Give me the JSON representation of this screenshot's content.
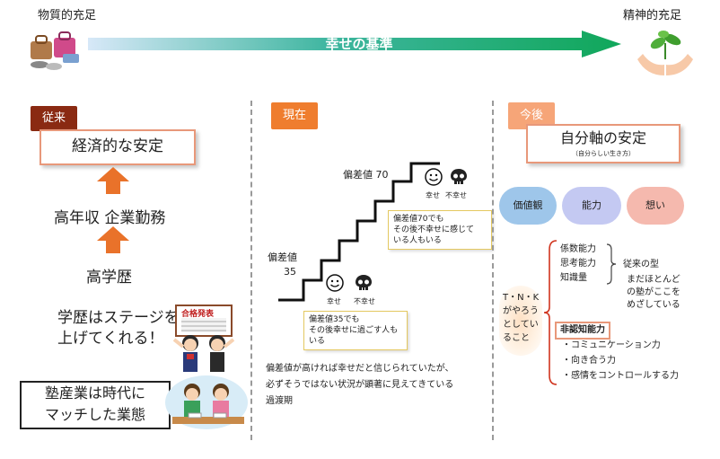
{
  "top": {
    "left_label": "物質的充足",
    "right_label": "精神的充足",
    "arrow_label": "幸せの基準"
  },
  "col1": {
    "header": "従来",
    "stable": "経済的な安定",
    "income": "高年収 企業勤務",
    "education": "高学歴",
    "stage": [
      "学歴はステージを",
      "上げてくれる！"
    ],
    "sign": "合格発表",
    "juku": [
      "塾産業は時代に",
      "マッチした業態"
    ]
  },
  "col2": {
    "header": "現在",
    "hensachi_70": "偏差値 70",
    "hensachi_35": [
      "偏差値",
      "35"
    ],
    "happy": "幸せ",
    "unhappy": "不幸せ",
    "note_top": [
      "偏差値70でも",
      "その後不幸せに感じて",
      "いる人もいる"
    ],
    "note_bottom": [
      "偏差値35でも",
      "その後幸せに過ごす人も",
      "いる"
    ],
    "para": [
      "偏差値が高ければ幸せだと信じられていたが、",
      "必ずそうではない状況が顕著に見えてきている",
      "過渡期"
    ]
  },
  "col3": {
    "header": "今後",
    "title": "自分軸の安定",
    "subtitle": "（自分らしい生き方）",
    "ovals": [
      "価値観",
      "能力",
      "想い"
    ],
    "tnk": [
      "T・N・K",
      "がやろう",
      "としてい",
      "ること"
    ],
    "cog": [
      "係数能力",
      "思考能力",
      "知識量"
    ],
    "old_type": "従来の型",
    "old_desc": [
      "まだほとんど",
      "の塾がここを",
      "めざしている"
    ],
    "noncog_title": "非認知能力",
    "noncog": [
      "・コミュニケーション力",
      "・向き合う力",
      "・感情をコントロールする力"
    ]
  },
  "colors": {
    "orange": "#e9722a",
    "dark_red": "#8a2a12",
    "tab_orange": "#ef7d2e",
    "tab_light": "#f6a578",
    "green": "#14a85a",
    "blue": "#9ec6ea",
    "lavender": "#c4c9f2",
    "yellow": "#f5e27a",
    "pink": "#f5b9ae",
    "light_orange_bg": "#fde0c4"
  }
}
